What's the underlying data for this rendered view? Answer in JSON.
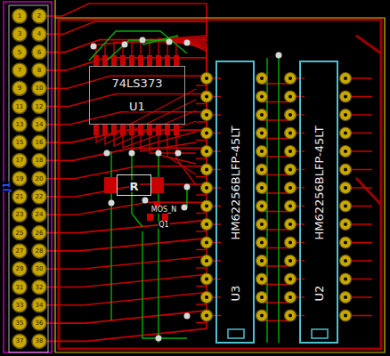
{
  "diagram": {
    "nodes": [
      {
        "text": [
          "74LS373",
          "U1"
        ]
      },
      {
        "text": [
          "R"
        ]
      },
      {
        "text": [
          "MOS_N",
          "Q1"
        ]
      },
      {
        "text": [
          "HM62256BLFP-45LT",
          "U3"
        ]
      },
      {
        "text": [
          "HM62256BLFP-45LT",
          "U2"
        ]
      }
    ],
    "labels": [
      "J1",
      "1",
      "2",
      "3",
      "4",
      "5",
      "6",
      "7",
      "8",
      "9",
      "10",
      "11",
      "12",
      "13",
      "14",
      "15",
      "16",
      "17",
      "18",
      "19",
      "20",
      "21",
      "22",
      "23",
      "24",
      "25",
      "26",
      "27",
      "28",
      "29",
      "30",
      "31",
      "32",
      "33",
      "34",
      "35",
      "36",
      "37",
      "38"
    ]
  }
}
